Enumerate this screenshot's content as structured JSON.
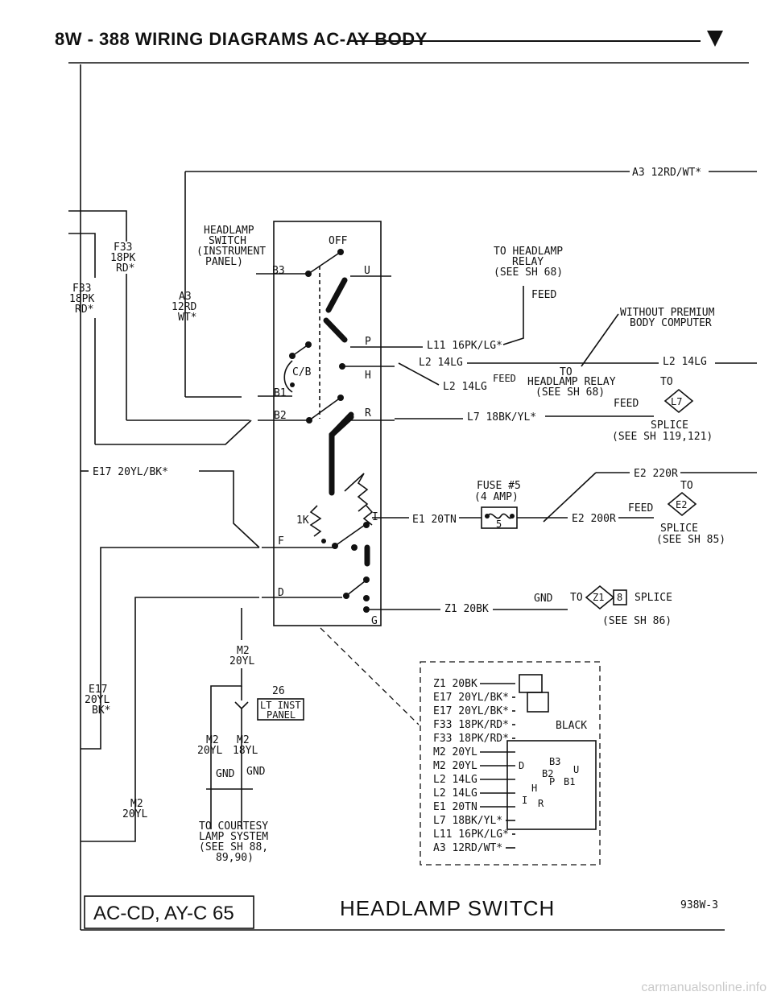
{
  "header": {
    "title": "8W - 388   WIRING DIAGRAMS AC-AY BODY"
  },
  "labels": {
    "a3_top": "A3 12RD/WT*",
    "headlamp_switch_1": "HEADLAMP",
    "headlamp_switch_2": "SWITCH",
    "headlamp_switch_3": "(INSTRUMENT",
    "headlamp_switch_4": "PANEL)",
    "off": "OFF",
    "f33_a_1": "F33",
    "f33_a_2": "18PK",
    "f33_a_3": "RD*",
    "f33_b_1": "F33",
    "f33_b_2": "18PK",
    "f33_b_3": "RD*",
    "a3_left_1": "A3",
    "a3_left_2": "12RD",
    "a3_left_3": "WT*",
    "to_headlamp_relay_1": "TO HEADLAMP",
    "to_headlamp_relay_2": "RELAY",
    "to_headlamp_relay_3": "(SEE SH 68)",
    "feed": "FEED",
    "without_premium_1": "WITHOUT PREMIUM",
    "without_premium_2": "BODY COMPUTER",
    "l11": "L11 16PK/LG*",
    "l2_a": "L2 14LG",
    "l2_right": "L2 14LG",
    "l2_b": "L2 14LG",
    "feed_2": "FEED",
    "to_relay_1": "TO",
    "to_relay_2": "HEADLAMP RELAY",
    "to_relay_3": "(SEE SH 68)",
    "to_l7": "TO",
    "feed_l7": "FEED",
    "l7_diamond": "L7",
    "l7": "L7 18BK/YL*",
    "splice_l7_1": "SPLICE",
    "splice_l7_2": "(SEE SH 119,121)",
    "e17_top": "E17 20YL/BK*",
    "e2_220r": "E2 220R",
    "fuse_1": "FUSE #5",
    "fuse_2": "(4 AMP)",
    "fuse_num": "5",
    "to_e2": "TO",
    "e2_diamond": "E2",
    "feed_e2": "FEED",
    "e2_200r": "E2 200R",
    "splice_e2_1": "SPLICE",
    "splice_e2_2": "(SEE SH 85)",
    "e1": "E1 20TN",
    "one_k": "1K",
    "z1": "Z1 20BK",
    "gnd": "GND",
    "to_z1": "TO",
    "z1_diamond": "Z1",
    "z1_box": "8",
    "splice_z1": "SPLICE",
    "splice_z1_2": "(SEE SH 86)",
    "term_b3": "B3",
    "term_u": "U",
    "term_p": "P",
    "term_cb": "C/B",
    "term_h": "H",
    "term_b1": "B1",
    "term_b2": "B2",
    "term_r": "R",
    "term_i": "I",
    "term_f": "F",
    "term_d": "D",
    "term_g": "G",
    "m2_a_1": "M2",
    "m2_a_2": "20YL",
    "num_26": "26",
    "lt_inst_1": "LT INST",
    "lt_inst_2": "PANEL",
    "m2_b_1": "M2",
    "m2_b_2": "20YL",
    "m2_c_1": "M2",
    "m2_c_2": "18YL",
    "gnd_b": "GND",
    "gnd_c": "GND",
    "e17_left_1": "E17",
    "e17_left_2": "20YL",
    "e17_left_3": "BK*",
    "m2_d_1": "M2",
    "m2_d_2": "20YL",
    "courtesy_1": "TO COURTESY",
    "courtesy_2": "LAMP SYSTEM",
    "courtesy_3": "(SEE SH 88,",
    "courtesy_4": "89,90)",
    "black": "BLACK",
    "conn_d": "D",
    "conn_b3": "B3",
    "conn_b2": "B2",
    "conn_u": "U",
    "conn_h": "H",
    "conn_p": "P",
    "conn_b1": "B1",
    "conn_r": "R",
    "conn_i": "I",
    "footer_code": "AC-CD, AY-C 65",
    "footer_title": "HEADLAMP SWITCH",
    "footer_ref": "938W-3"
  },
  "connector_wires": [
    "Z1 20BK",
    "E17 20YL/BK*",
    "E17 20YL/BK*",
    "F33 18PK/RD*",
    "F33 18PK/RD*",
    "M2 20YL",
    "M2 20YL",
    "L2 14LG",
    "L2 14LG",
    "E1 20TN",
    "L7 18BK/YL*",
    "L11 16PK/LG*",
    "A3 12RD/WT*"
  ],
  "watermark": "carmanualsonline.info"
}
